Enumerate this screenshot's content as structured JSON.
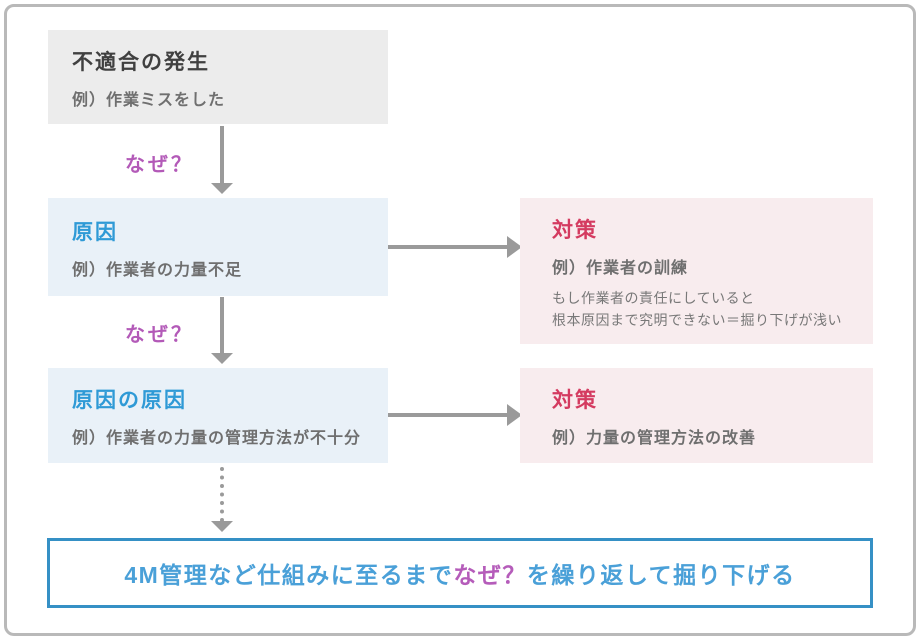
{
  "diagram": {
    "problem": {
      "title": "不適合の発生",
      "example": "例）作業ミスをした"
    },
    "why1": "なぜ？",
    "cause": {
      "title": "原因",
      "example": "例）作業者の力量不足"
    },
    "measure1": {
      "title": "対策",
      "example": "例）作業者の訓練",
      "note1": "もし作業者の責任にしていると",
      "note2": "根本原因まで究明できない＝掘り下げが浅い"
    },
    "why2": "なぜ？",
    "root_cause": {
      "title": "原因の原因",
      "example": "例）作業者の力量の管理方法が不十分"
    },
    "measure2": {
      "title": "対策",
      "example": "例）力量の管理方法の改善"
    },
    "footer": {
      "before": "4M管理など仕組みに至るまで",
      "highlight": "なぜ？",
      "after": "を繰り返して掘り下げる"
    }
  },
  "colors": {
    "box_gray_bg": "#ececec",
    "box_blue_bg": "#e9f1f8",
    "box_pink_bg": "#f8ecee",
    "title_dark": "#404040",
    "title_blue": "#2f9ad6",
    "title_red": "#d43b60",
    "why_purple": "#b35ab8",
    "arrow_gray": "#9a9a9a",
    "footer_border_blue": "#3590c5",
    "footer_text_blue": "#4aa0d8",
    "frame_border": "#b9b9b9"
  }
}
